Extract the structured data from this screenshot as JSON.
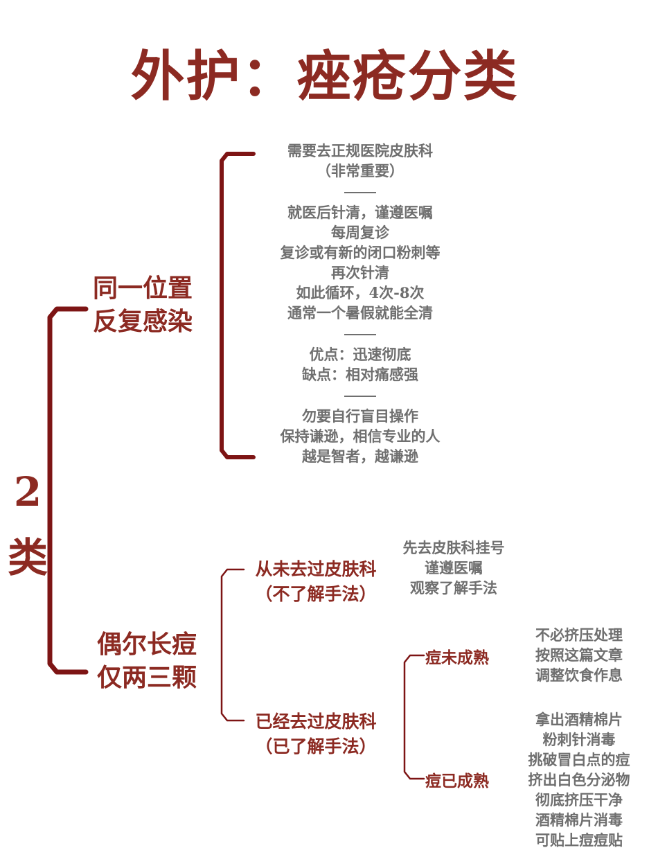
{
  "title": "外护：痤疮分类",
  "count": {
    "digit": "2",
    "char": "类"
  },
  "branch_repeat": {
    "label_lines": [
      "同一位置",
      "反复感染"
    ],
    "notes": [
      [
        "需要去正规医院皮肤科",
        "（非常重要）"
      ],
      [
        "就医后针清，谨遵医嘱",
        "每周复诊",
        "复诊或有新的闭口粉刺等",
        "再次针清",
        "如此循环，4次-8次",
        "通常一个暑假就能全清"
      ],
      [
        "优点：迅速彻底",
        "缺点：相对痛感强"
      ],
      [
        "勿要自行盲目操作",
        "保持谦逊，相信专业的人",
        "越是智者，越谦逊"
      ]
    ]
  },
  "branch_occasional": {
    "label_lines": [
      "偶尔长痘",
      "仅两三颗"
    ],
    "never_dermatology": {
      "label_lines": [
        "从未去过皮肤科",
        "（不了解手法）"
      ],
      "notes": [
        "先去皮肤科挂号",
        "谨遵医嘱",
        "观察了解手法"
      ]
    },
    "been_dermatology": {
      "label_lines": [
        "已经去过皮肤科",
        "（已了解手法）"
      ],
      "immature": {
        "label": "痘未成熟",
        "notes": [
          "不必挤压处理",
          "按照这篇文章",
          "调整饮食作息"
        ]
      },
      "mature": {
        "label": "痘已成熟",
        "notes": [
          "拿出酒精棉片",
          "粉刺针消毒",
          "挑破冒白点的痘",
          "挤出白色分泌物",
          "彻底挤压干净",
          "酒精棉片消毒",
          "可贴上痘痘贴"
        ]
      }
    }
  },
  "colors": {
    "accent": "#8c2a22",
    "note_text": "#6f6f6f",
    "background": "#ffffff"
  }
}
